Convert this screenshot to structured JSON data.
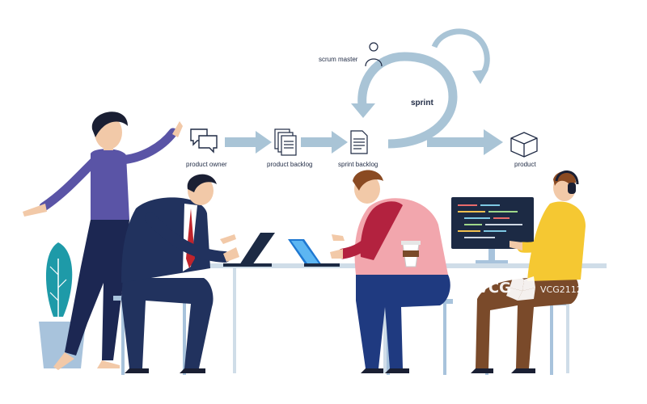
{
  "diagram": {
    "labels": {
      "scrum_master": "scrum master",
      "sprint": "sprint",
      "product_owner": "product owner",
      "product_backlog": "product backlog",
      "sprint_backlog": "sprint backlog",
      "product": "product"
    },
    "icons": {
      "scrum_master": "person-outline-icon",
      "product_owner": "speech-bubbles-icon",
      "product_backlog": "document-stack-icon",
      "sprint_backlog": "document-icon",
      "product": "cube-icon"
    }
  },
  "colors": {
    "arrow": "#a9c4d6",
    "woman_top": "#5a54a6",
    "man_suit": "#21325e",
    "tie": "#c0242c",
    "man2_shirt": "#f2a6ad",
    "man3_shirt": "#f5c832",
    "plant": "#1e9aa8",
    "pot": "#a8c3dc",
    "monitor": "#1c2a44"
  },
  "watermark": {
    "brand": "VCG",
    "code": "VCG211237824247"
  }
}
